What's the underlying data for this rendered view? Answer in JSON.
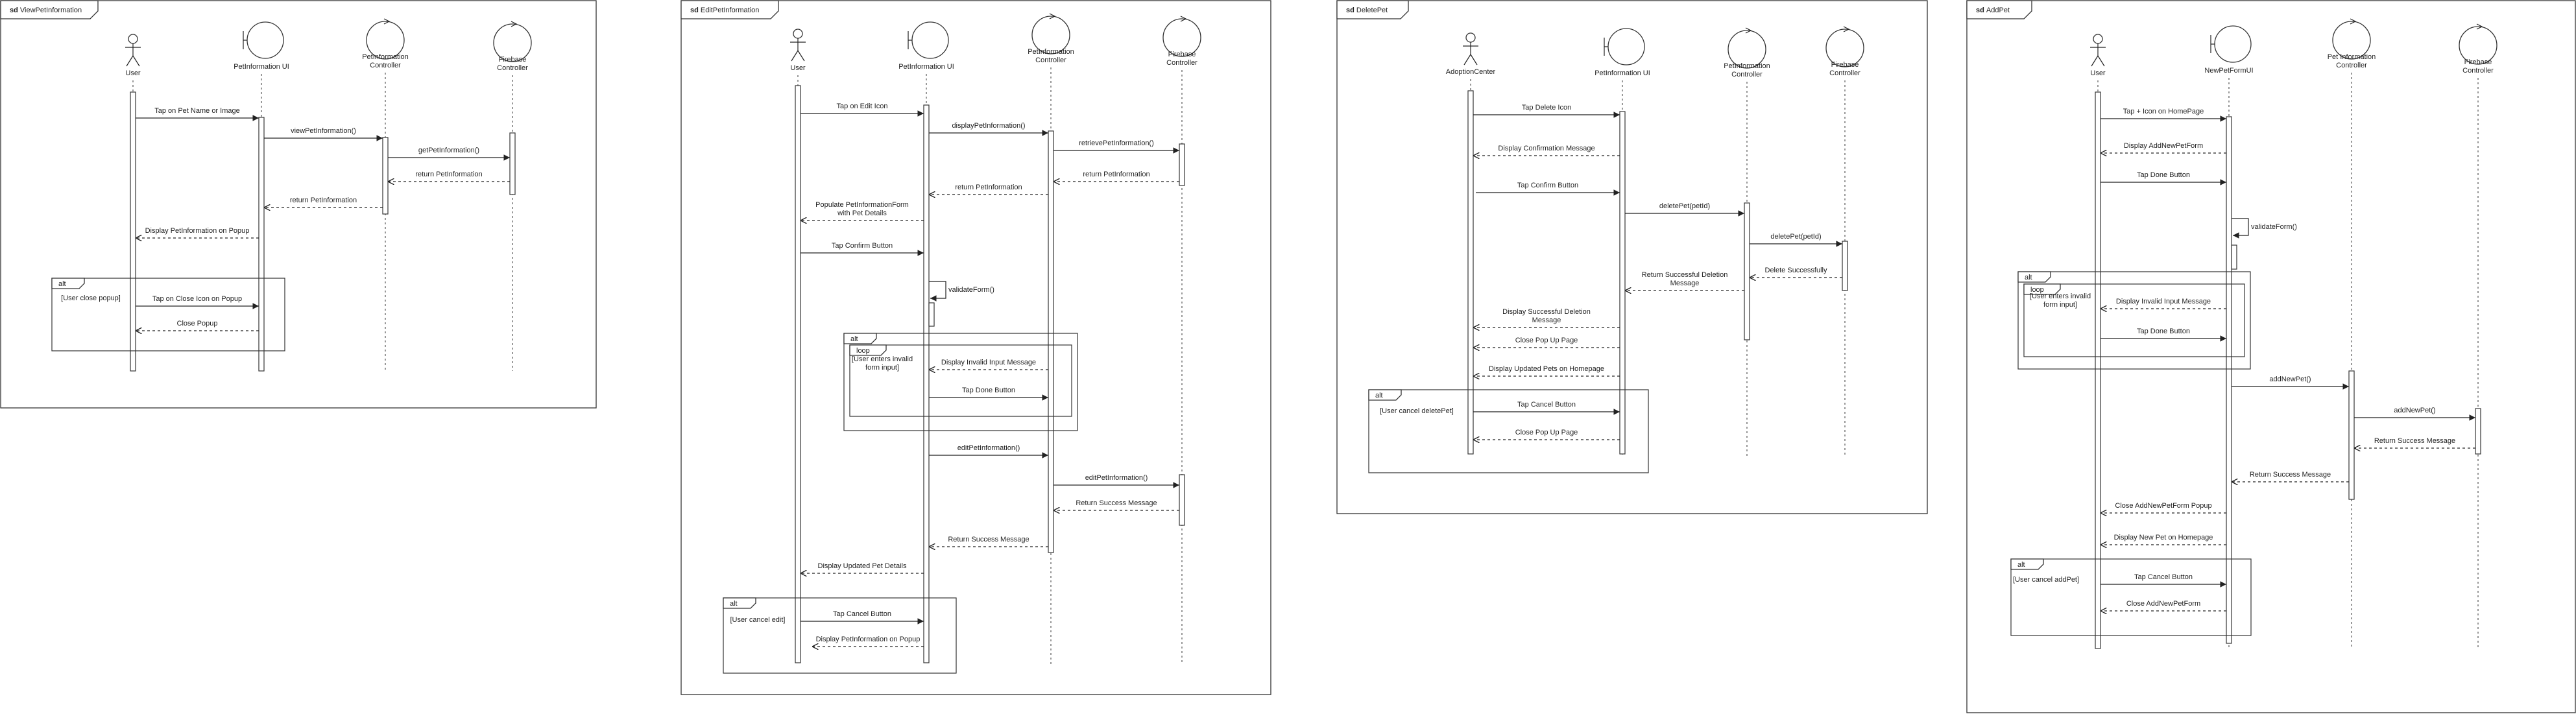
{
  "diagrams": [
    {
      "title": "ViewPetInformation",
      "tab_prefix": "sd",
      "participants": [
        "User",
        "PetInformation UI",
        "PetInformation Controller",
        "Firebase Controller"
      ],
      "messages": [
        "Tap on Pet Name or Image",
        "viewPetInformation()",
        "getPetInformation()",
        "return PetInformation",
        "return PetInformation",
        "Display PetInformation on Popup",
        "Tap on Close Icon on Popup",
        "Close Popup"
      ],
      "fragments": [
        {
          "operator": "alt",
          "guard": "[User close popup]"
        }
      ]
    },
    {
      "title": "EditPetInformation",
      "tab_prefix": "sd",
      "participants": [
        "User",
        "PetInformation UI",
        "PetInformation Controller",
        "Firebase Controller"
      ],
      "messages": [
        "Tap on Edit Icon",
        "displayPetInformation()",
        "retrievePetInformation()",
        "return PetInformation",
        "return PetInformation",
        "Populate PetInformationForm with Pet Details",
        "Tap Confirm Button",
        "validateForm()",
        "Display Invalid Input Message",
        "Tap Done Button",
        "editPetInformation()",
        "editPetInformation()",
        "Return Success Message",
        "Return Success Message",
        "Display Updated Pet Details",
        "Tap Cancel Button",
        "Display PetInformation on Popup"
      ],
      "fragments": [
        {
          "operator": "alt",
          "guard": ""
        },
        {
          "operator": "loop",
          "guard": "[User enters invalid form input]"
        },
        {
          "operator": "alt",
          "guard": "[User cancel edit]"
        }
      ]
    },
    {
      "title": "DeletePet",
      "tab_prefix": "sd",
      "participants": [
        "AdoptionCenter",
        "PetInformation UI",
        "PetInformation Controller",
        "Firebase Controller"
      ],
      "messages": [
        "Tap Delete Icon",
        "Display Confirmation Message",
        "Tap Confirm Button",
        "deletePet(petId)",
        "deletePet(petId)",
        "Delete Successfully",
        "Return Successful Deletion Message",
        "Display Successful Deletion Message",
        "Close Pop Up Page",
        "Display Updated Pets on Homepage",
        "Tap Cancel Button",
        "Close Pop Up Page"
      ],
      "fragments": [
        {
          "operator": "alt",
          "guard": "[User cancel deletePet]"
        }
      ]
    },
    {
      "title": "AddPet",
      "tab_prefix": "sd",
      "participants": [
        "User",
        "NewPetFormUI",
        "Pet Information Controller",
        "Firebase Controller"
      ],
      "messages": [
        "Tap + Icon on HomePage",
        "Display AddNewPetForm",
        "Tap Done Button",
        "validateForm()",
        "Display Invalid Input Message",
        "Tap Done Button",
        "addNewPet()",
        "addNewPet()",
        "Return Success Message",
        "Return Success Message",
        "Close AddNewPetForm Popup",
        "Display New Pet on Homepage",
        "Tap Cancel Button",
        "Close AddNewPetForm"
      ],
      "fragments": [
        {
          "operator": "alt",
          "guard": ""
        },
        {
          "operator": "loop",
          "guard": "[User enters invalid form input]"
        },
        {
          "operator": "alt",
          "guard": "[User cancel addPet]"
        }
      ]
    }
  ]
}
